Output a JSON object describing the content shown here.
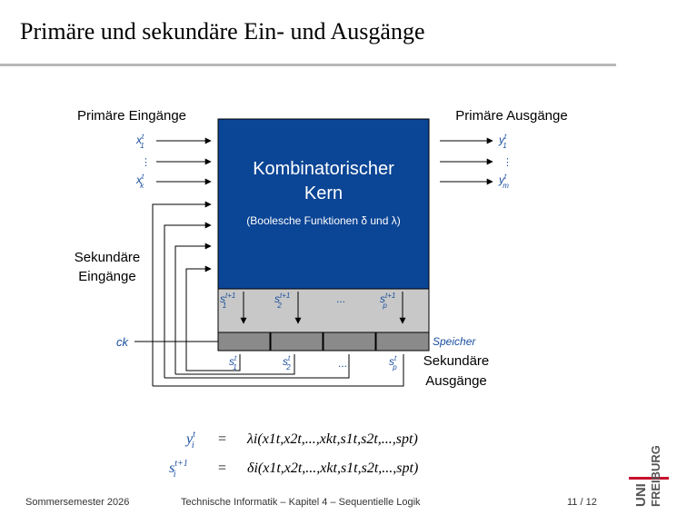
{
  "slide": {
    "title": "Primäre und sekundäre Ein- und Ausgänge"
  },
  "diagram": {
    "primary_inputs_label": "Primäre Eingänge",
    "primary_outputs_label": "Primäre Ausgänge",
    "secondary_inputs_label_line1": "Sekundäre",
    "secondary_inputs_label_line2": "Eingänge",
    "secondary_outputs_label_line1": "Sekundäre",
    "secondary_outputs_label_line2": "Ausgänge",
    "core_title_line1": "Kombinatorischer",
    "core_title_line2": "Kern",
    "core_subtitle": "(Boolesche Funktionen δ und λ)",
    "memory_label": "Speicher",
    "clock_label": "ck",
    "dots": "...",
    "vdots": "⋮",
    "inputs": [
      {
        "base": "x",
        "sup": "t",
        "sub": "1"
      },
      {
        "base": "x",
        "sup": "t",
        "sub": "k"
      }
    ],
    "outputs": [
      {
        "base": "y",
        "sup": "t",
        "sub": "1"
      },
      {
        "base": "y",
        "sup": "t",
        "sub": "m"
      }
    ],
    "next_states": [
      {
        "base": "s",
        "sup": "t+1",
        "sub": "1"
      },
      {
        "base": "s",
        "sup": "t+1",
        "sub": "2"
      },
      {
        "base": "s",
        "sup": "t+1",
        "sub": "p"
      }
    ],
    "states": [
      {
        "base": "s",
        "sup": "t",
        "sub": "1"
      },
      {
        "base": "s",
        "sup": "t",
        "sub": "2"
      },
      {
        "base": "s",
        "sup": "t",
        "sub": "p"
      }
    ],
    "colors": {
      "core": "#0b4595",
      "memory_band": "#c8c8c8",
      "register": "#8a8a8a",
      "accent_text": "#1a4fa0"
    }
  },
  "equations": {
    "eq1_lhs_base": "y",
    "eq1_lhs_sup": "t",
    "eq1_lhs_sub": "i",
    "eq1_rhs": "λi(x1t,x2t,...,xkt,s1t,s2t,...,spt)",
    "eq2_lhs_base": "s",
    "eq2_lhs_sup": "t+1",
    "eq2_lhs_sub": "i",
    "eq2_rhs": "δi(x1t,x2t,...,xkt,s1t,s2t,...,spt)",
    "equals": "="
  },
  "footer": {
    "semester": "Sommersemester 2026",
    "course": "Technische Informatik – Kapitel 4 – Sequentielle Logik",
    "page": "11 / 12"
  },
  "logo": {
    "line1": "UNI",
    "line2": "FREIBURG"
  }
}
